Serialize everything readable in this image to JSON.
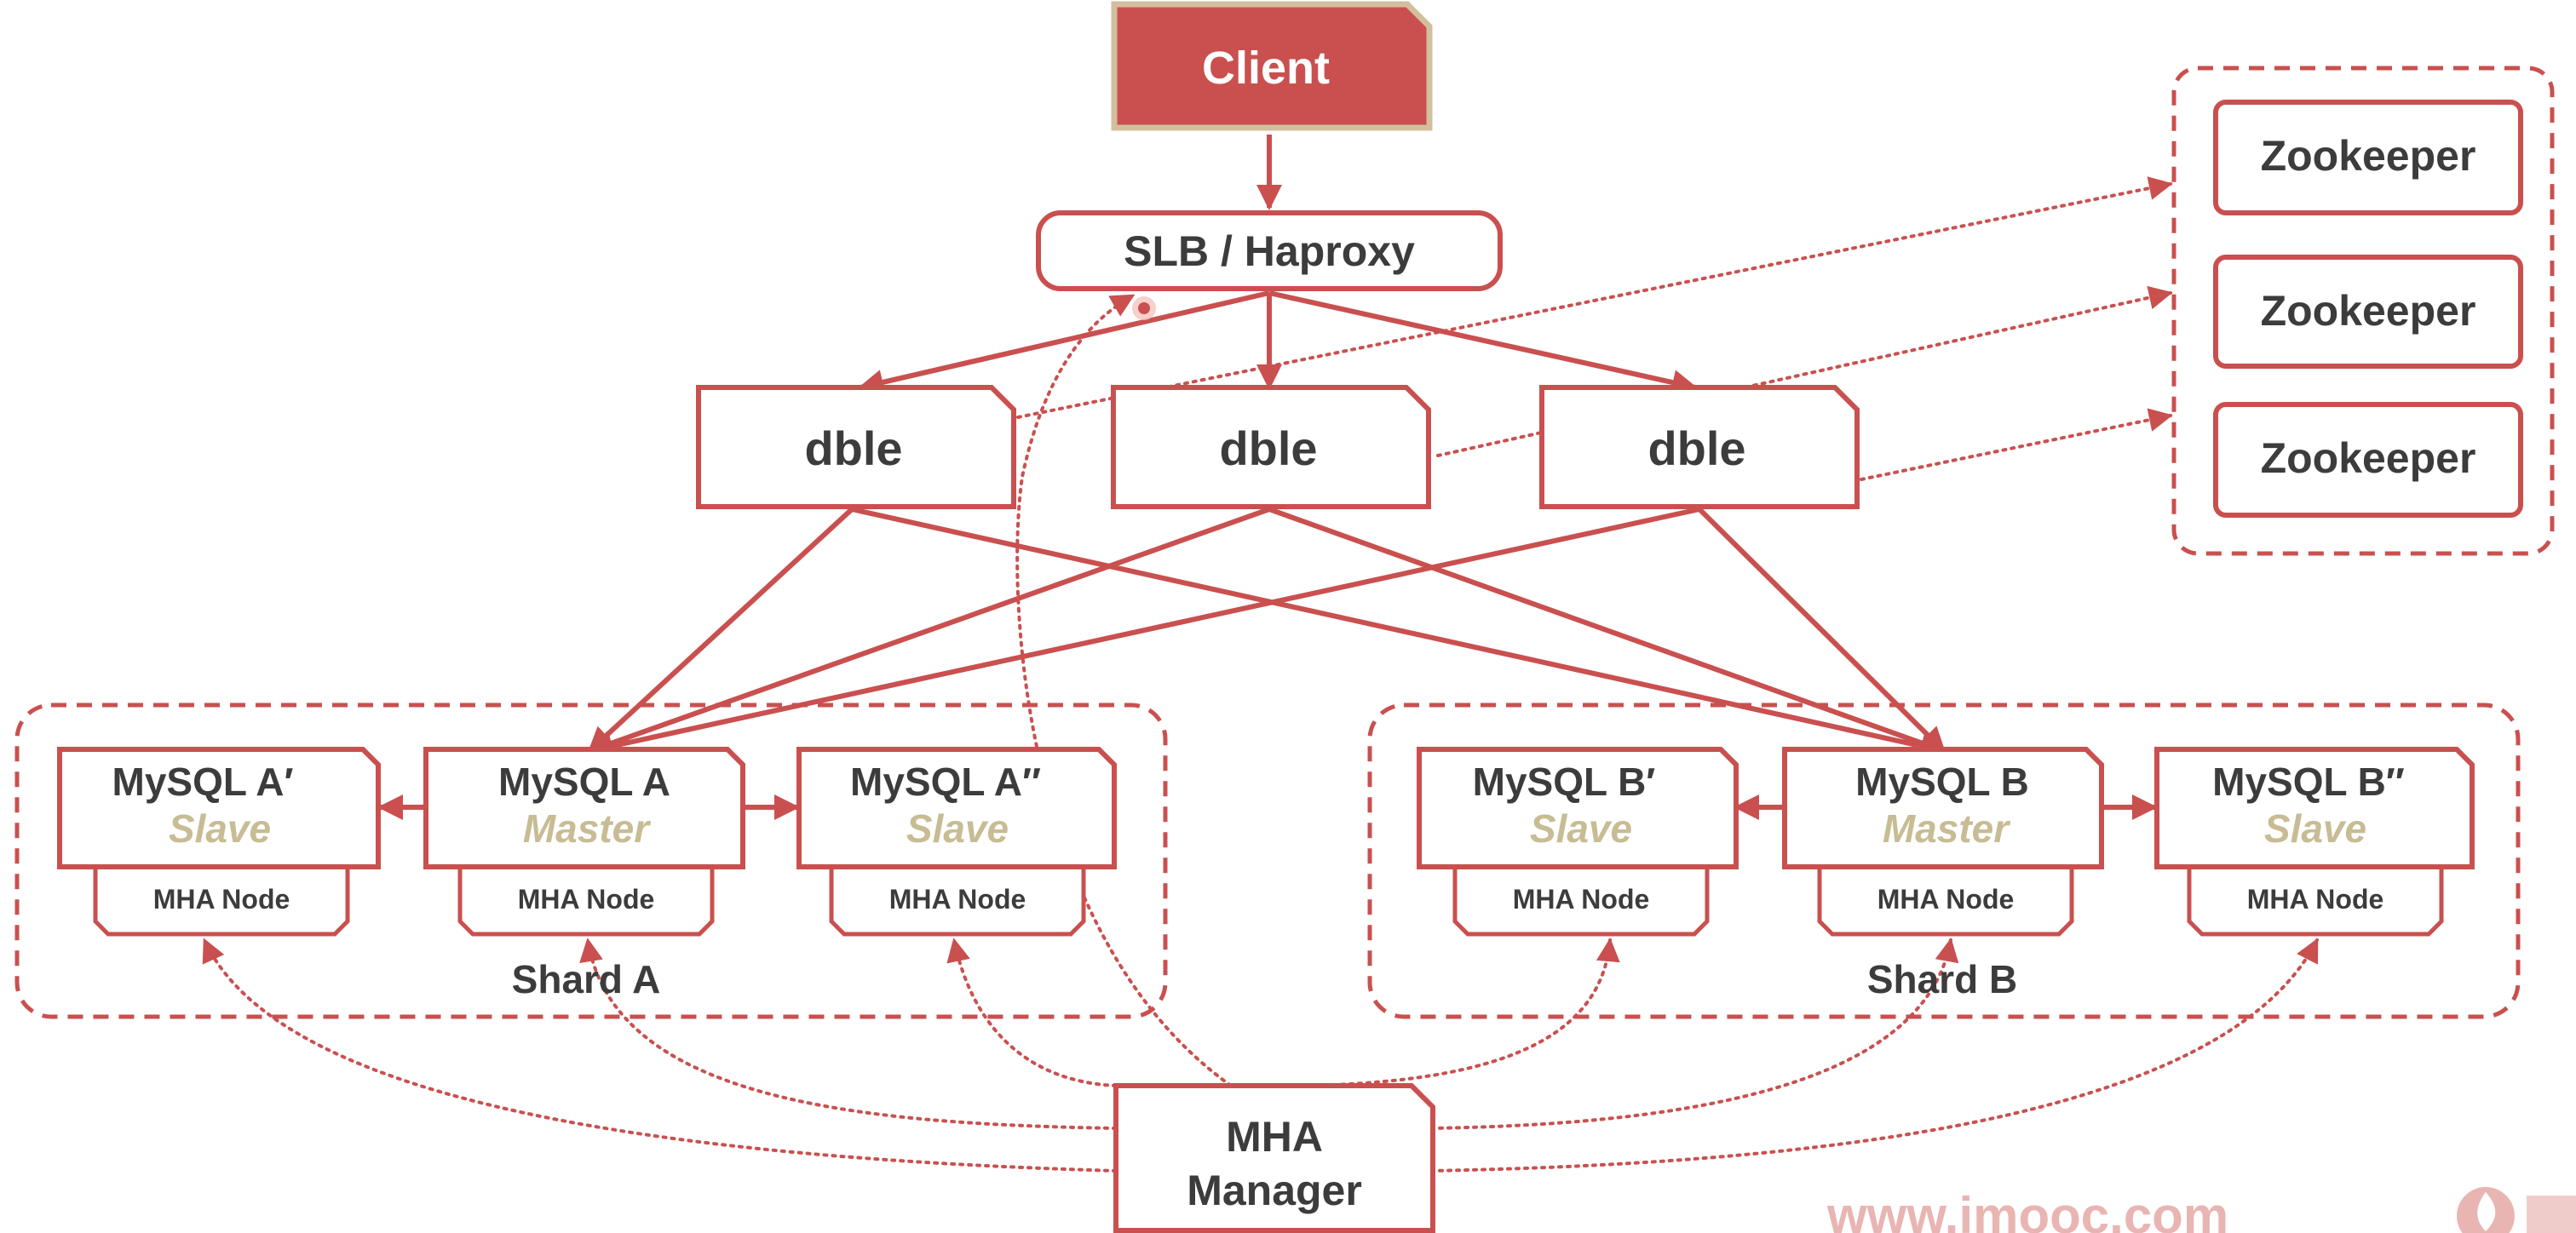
{
  "colors": {
    "accent": "#c9504f",
    "client_fill": "#c9504f",
    "client_border": "#d2bf9e",
    "text_dark": "#3c3c3c",
    "role_text": "#c8bc94",
    "background": "#ffffff",
    "watermark": "#e8b5b3"
  },
  "client": {
    "label": "Client"
  },
  "load_balancer": {
    "label": "SLB / Haproxy"
  },
  "dble_nodes": [
    {
      "label": "dble"
    },
    {
      "label": "dble"
    },
    {
      "label": "dble"
    }
  ],
  "zookeepers": [
    {
      "label": "Zookeeper"
    },
    {
      "label": "Zookeeper"
    },
    {
      "label": "Zookeeper"
    }
  ],
  "shards": [
    {
      "label": "Shard A",
      "nodes": [
        {
          "name": "MySQL A′",
          "role": "Slave",
          "agent": "MHA Node"
        },
        {
          "name": "MySQL A",
          "role": "Master",
          "agent": "MHA Node"
        },
        {
          "name": "MySQL A″",
          "role": "Slave",
          "agent": "MHA Node"
        }
      ]
    },
    {
      "label": "Shard B",
      "nodes": [
        {
          "name": "MySQL B′",
          "role": "Slave",
          "agent": "MHA Node"
        },
        {
          "name": "MySQL B",
          "role": "Master",
          "agent": "MHA Node"
        },
        {
          "name": "MySQL B″",
          "role": "Slave",
          "agent": "MHA Node"
        }
      ]
    }
  ],
  "mha_manager": {
    "line1": "MHA",
    "line2": "Manager"
  },
  "watermark": {
    "text": "www.imooc.com"
  }
}
